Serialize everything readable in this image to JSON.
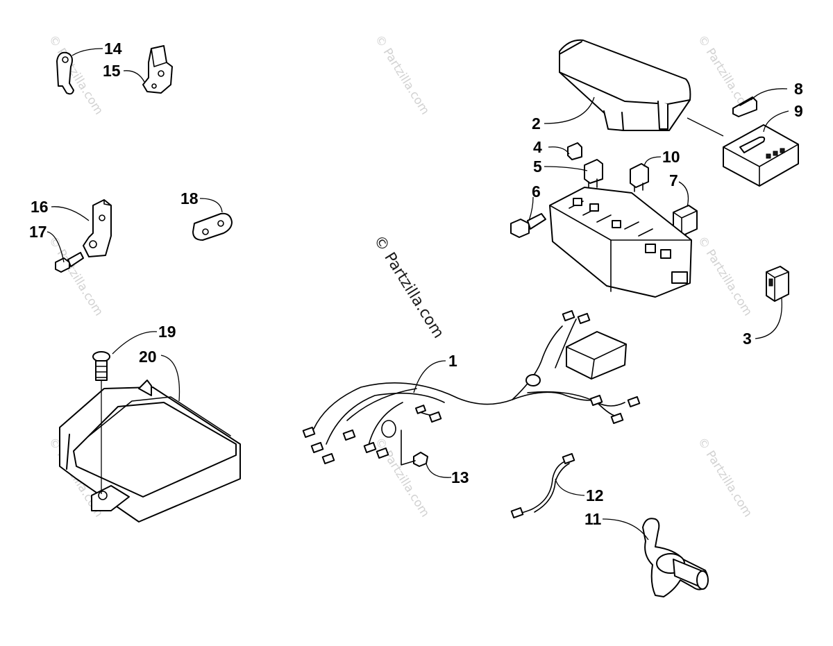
{
  "diagram": {
    "watermark_text": "© Partzilla.com",
    "watermark_center_text": "© Partzilla.com",
    "callouts": [
      "1",
      "2",
      "3",
      "4",
      "5",
      "6",
      "7",
      "8",
      "9",
      "10",
      "11",
      "12",
      "13",
      "14",
      "15",
      "16",
      "17",
      "18",
      "19",
      "20"
    ]
  }
}
